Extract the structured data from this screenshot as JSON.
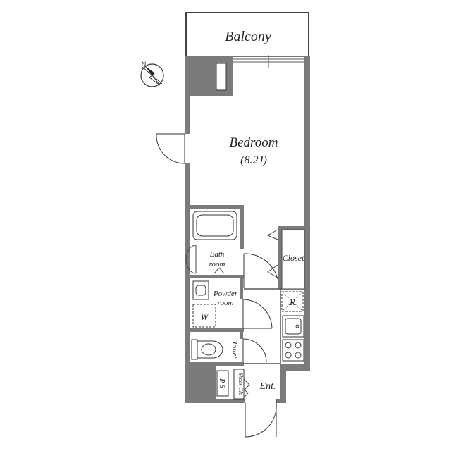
{
  "floorplan": {
    "compass": {
      "north_label": "N"
    },
    "rooms": {
      "balcony": "Balcony",
      "bedroom": "Bedroom",
      "bedroom_size": "(8.2J)",
      "bath_line1": "Bath",
      "bath_line2": "room",
      "closet": "Closet",
      "powder_line1": "Powder",
      "powder_line2": "room",
      "refrigerator": "R",
      "washer": "W",
      "toilet": "Toilet",
      "ps": "P S",
      "shoes_closet": "Shoes Clo",
      "entrance": "Ent."
    }
  }
}
